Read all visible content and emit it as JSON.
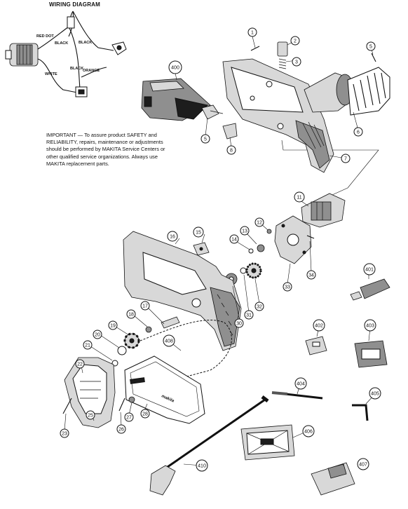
{
  "title": "WIRING DIAGRAM",
  "notice": "IMPORTANT — To assure product SAFETY and RELIABILITY, repairs, maintenance or adjustments should be performed by MAKITA Service Centers or other qualified service organizations. Always use MAKITA replacement parts.",
  "wires": {
    "red_dot": "RED DOT",
    "black1": "BLACK",
    "black2": "BLACK",
    "black3": "BLACK",
    "white": "WHITE",
    "orange": "ORANGE"
  },
  "parts": {
    "p1": "1",
    "p2": "2",
    "p3": "3",
    "p5a": "5",
    "p5b": "5",
    "p6": "6",
    "p7": "7",
    "p8": "8",
    "p11": "11",
    "p12": "12",
    "p13": "13",
    "p14": "14",
    "p15": "15",
    "p16": "16",
    "p17": "17",
    "p18": "18",
    "p19": "19",
    "p20": "20",
    "p21": "21",
    "p22": "22",
    "p23": "23",
    "p25": "25",
    "p26": "26",
    "p27": "27",
    "p28": "28",
    "p30": "30",
    "p31": "31",
    "p32": "32",
    "p33": "33",
    "p34": "34",
    "p400": "400",
    "p401": "401",
    "p402": "402",
    "p403": "403",
    "p404": "404",
    "p405": "405",
    "p406": "406",
    "p407": "407",
    "p408": "408",
    "p410": "410"
  },
  "brand_on_bar": "makita"
}
